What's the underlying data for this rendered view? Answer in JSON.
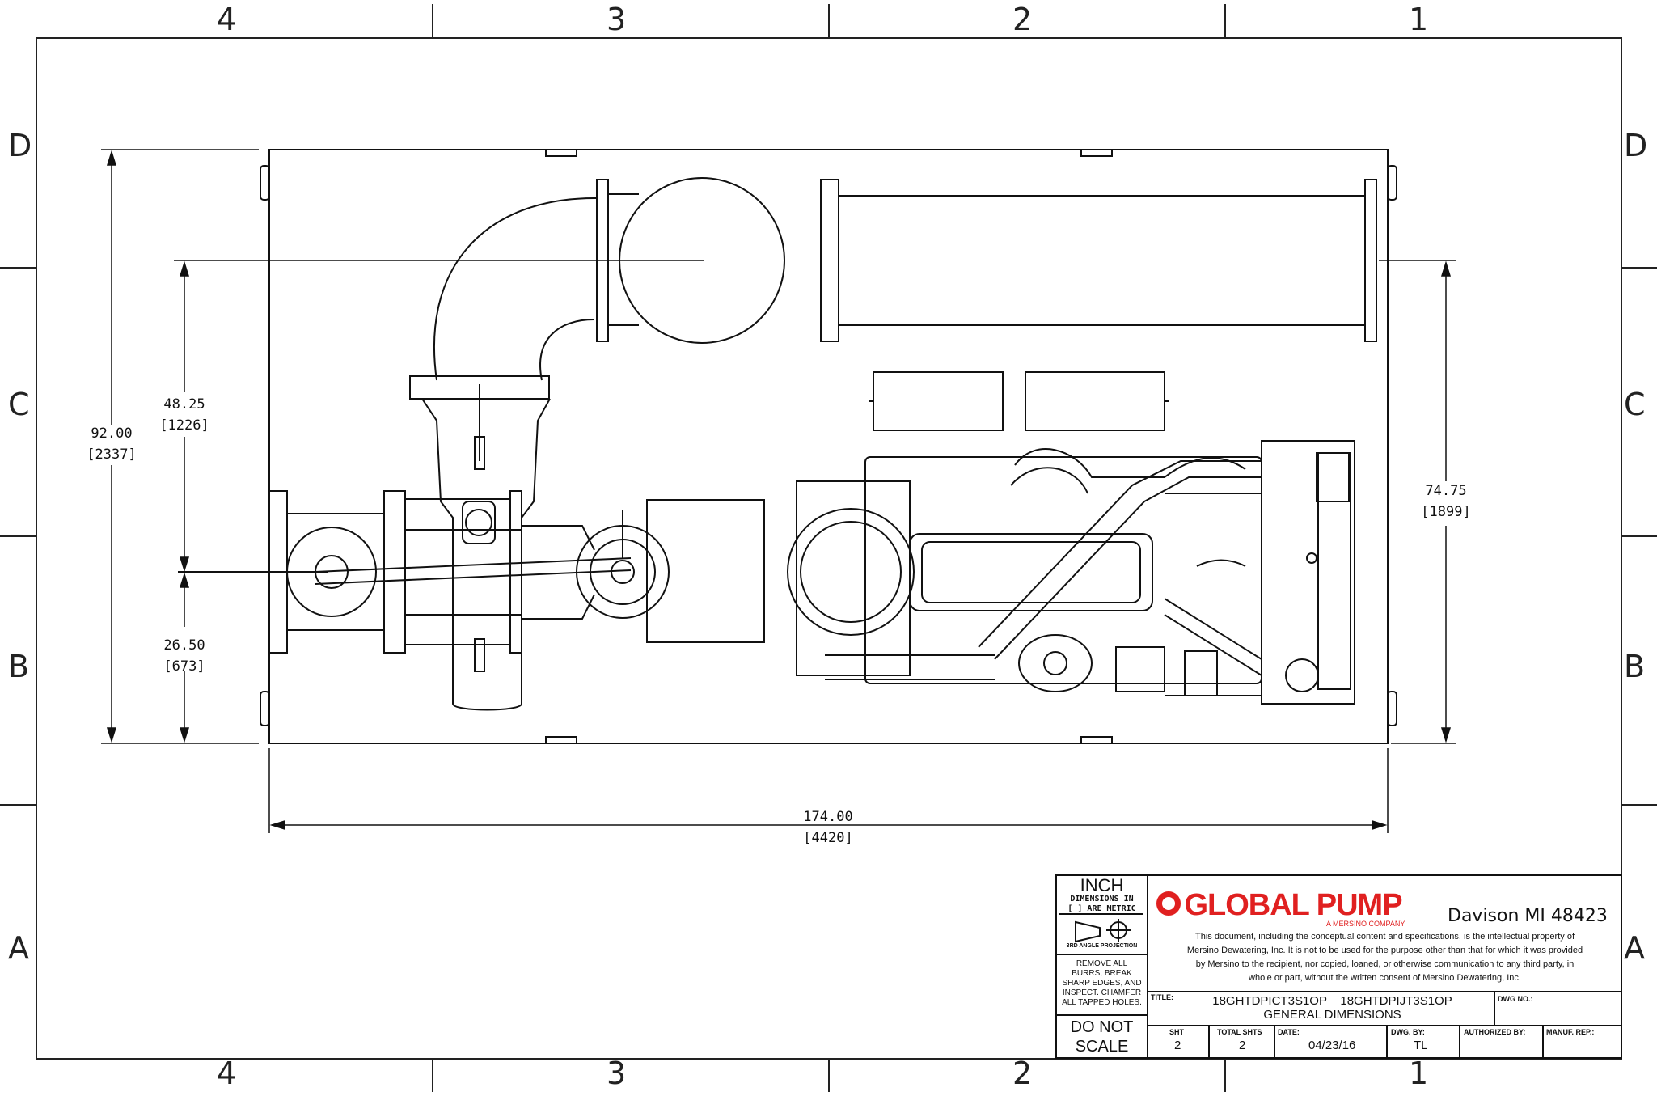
{
  "zones": {
    "columns": [
      "4",
      "3",
      "2",
      "1"
    ],
    "rows": [
      "D",
      "C",
      "B",
      "A"
    ]
  },
  "dimensions": {
    "overall_width": {
      "inch": "174.00",
      "metric": "[4420]"
    },
    "overall_height": {
      "inch": "92.00",
      "metric": "[2337]"
    },
    "discharge_height": {
      "inch": "48.25",
      "metric": "[1226]"
    },
    "suction_height": {
      "inch": "26.50",
      "metric": "[673]"
    },
    "engine_width": {
      "inch": "74.75",
      "metric": "[1899]"
    }
  },
  "title_block": {
    "units": {
      "title": "INCH",
      "line1": "DIMENSIONS IN",
      "line2": "[ ] ARE METRIC",
      "projection": "3RD ANGLE PROJECTION"
    },
    "notes": [
      "REMOVE ALL",
      "BURRS, BREAK",
      "SHARP EDGES, AND",
      "INSPECT. CHAMFER",
      "ALL TAPPED HOLES."
    ],
    "scale_note": [
      "DO NOT",
      "SCALE"
    ],
    "company": {
      "logo_text": "GLOBAL PUMP",
      "logo_sub": "A MERSINO COMPANY",
      "location": "Davison  MI  48423",
      "brand_color": "#e02020"
    },
    "disclaimer": [
      "This document, including the conceptual content and specifications, is the intellectual property of",
      "Mersino Dewatering, Inc. It is not to be used for the purpose other than that for which it was provided",
      "by Mersino to the recipient, nor copied, loaned, or otherwise communication to any third party, in",
      "whole or part, without the written consent of Mersino Dewatering, Inc."
    ],
    "title_label": "TITLE:",
    "title_line1": "18GHTDPICT3S1OP    18GHTDPIJT3S1OP",
    "title_line2": "GENERAL DIMENSIONS",
    "dwg_no_label": "DWG NO.:",
    "sht_label": "SHT",
    "sht_value": "2",
    "total_shts_label": "TOTAL SHTS",
    "total_shts_value": "2",
    "date_label": "DATE:",
    "date_value": "04/23/16",
    "dwg_by_label": "DWG. BY:",
    "dwg_by_value": "TL",
    "authorized_label": "AUTHORIZED BY:",
    "manuf_label": "MANUF. REP.:"
  }
}
